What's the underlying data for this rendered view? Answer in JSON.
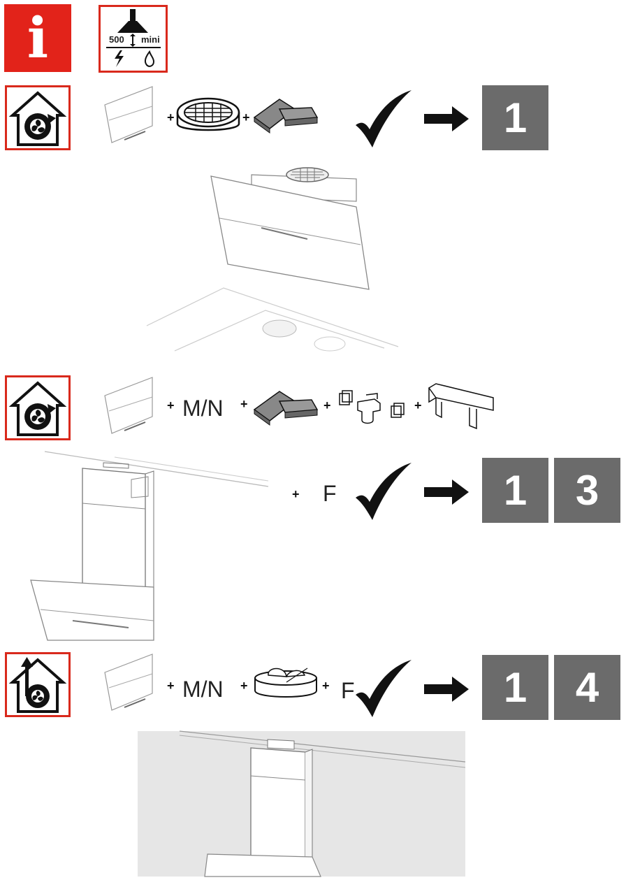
{
  "header": {
    "info_glyph": "i",
    "clearance": {
      "distance": "500",
      "unit": "mini"
    }
  },
  "colors": {
    "info_red": "#e2231a",
    "frame_red": "#d9291c",
    "number_gray": "#6b6b6b"
  },
  "section1": {
    "mode_icon": "recirculation-icon",
    "plus": [
      "+",
      "+"
    ],
    "numbers": [
      "1"
    ]
  },
  "section2": {
    "mode_icon": "recirculation-icon",
    "kit_label": "M/N",
    "plus": [
      "+",
      "+",
      "+",
      "+",
      "+"
    ],
    "extra_plus": "+",
    "extra_label": "F",
    "numbers": [
      "1",
      "3"
    ]
  },
  "section3": {
    "mode_icon": "extraction-icon",
    "kit_label": "M/N",
    "plus": [
      "+",
      "+",
      "+"
    ],
    "extra_label": "F",
    "numbers": [
      "1",
      "4"
    ]
  }
}
